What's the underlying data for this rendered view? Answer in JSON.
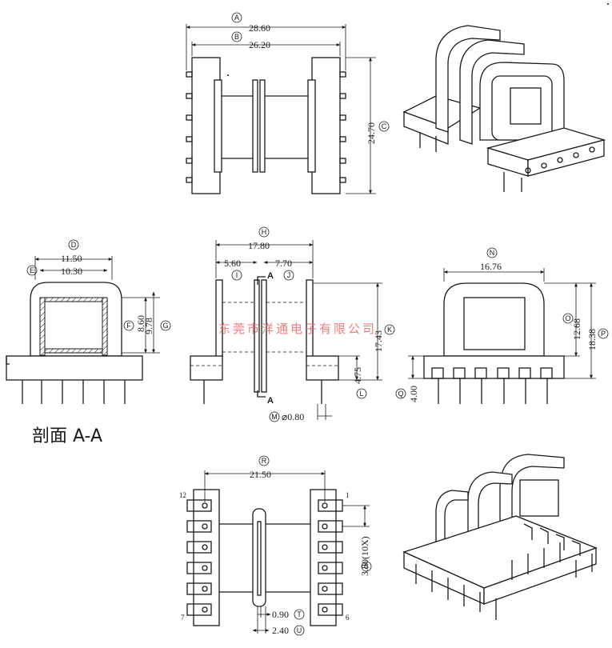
{
  "watermark": "东莞市洋通电子有限公司",
  "section_label": "剖面 A-A",
  "section_mark": "A",
  "views": {
    "top": {
      "dim_a": "28.60",
      "dim_b": "26.20",
      "dim_c": "24.70"
    },
    "section": {
      "dim_outer": "11.50",
      "dim_inner": "10.30",
      "dim_h1": "8.60",
      "dim_h2": "9.78"
    },
    "front": {
      "dim_total": "17.80",
      "dim_left": "5.60",
      "dim_right": "7.70",
      "dim_height": "17.43",
      "dim_base": "4.75",
      "dim_pin": "⌀0.80"
    },
    "side": {
      "dim_width": "16.76",
      "dim_h1": "12.68",
      "dim_h2": "18.38",
      "dim_base": "4.00"
    },
    "bottom": {
      "dim_span": "21.50",
      "dim_pitch": "3.80(10X)",
      "dim_slot": "0.90",
      "dim_gap": "2.40",
      "pin_1": "1",
      "pin_6": "6",
      "pin_7": "7",
      "pin_12": "12"
    }
  },
  "markers": {
    "a": "A",
    "b": "B",
    "c": "C",
    "d": "D",
    "e": "E",
    "f": "F",
    "g": "G",
    "h": "H",
    "i": "I",
    "j": "J",
    "k": "K",
    "l": "L",
    "m": "M",
    "n": "N",
    "o": "O",
    "p": "P",
    "q": "Q",
    "r": "R",
    "s": "S",
    "t": "T",
    "u": "U"
  }
}
